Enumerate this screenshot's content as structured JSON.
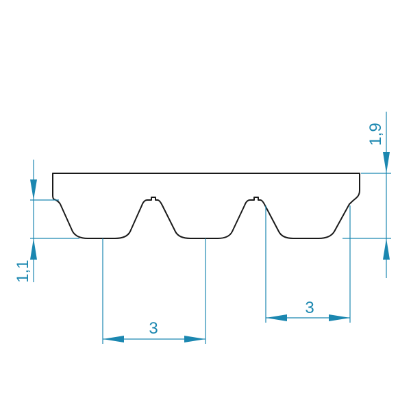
{
  "diagram": {
    "dimensions": {
      "total_thickness": "1,9",
      "tooth_height": "1,1",
      "pitch_lower": "3",
      "pitch_upper": "3"
    },
    "colors": {
      "dimension": "#1b87b0",
      "outline": "#1a1a1a",
      "background": "#ffffff"
    }
  }
}
